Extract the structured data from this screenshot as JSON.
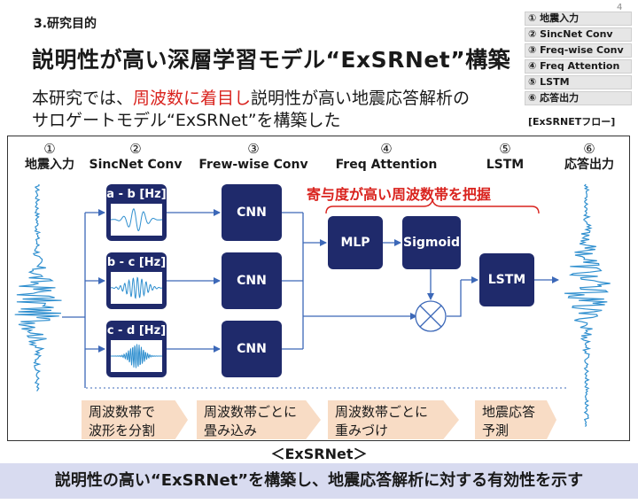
{
  "page_number": "4",
  "section": "3.研究目的",
  "title": "説明性が高い深層学習モデル“ExSRNet”構築",
  "lead": {
    "line1_pre": "本研究では、",
    "line1_highlight": "周波数に着目し",
    "line1_post": "説明性が高い地震応答解析の",
    "line2": "サロゲートモデル“ExSRNet”を構築した"
  },
  "flow_list": {
    "items": [
      "① 地震入力",
      "② SincNet Conv",
      "③ Freq-wise Conv",
      "④ Freq Attention",
      "⑤ LSTM",
      "⑥ 応答出力"
    ],
    "caption": "[ExSRNETフロー]"
  },
  "diagram": {
    "columns": [
      {
        "num": "①",
        "label": "地震入力"
      },
      {
        "num": "②",
        "label": "SincNet Conv"
      },
      {
        "num": "③",
        "label": "Frew-wise Conv"
      },
      {
        "num": "④",
        "label": "Freq Attention"
      },
      {
        "num": "⑤",
        "label": "LSTM"
      },
      {
        "num": "⑥",
        "label": "応答出力"
      }
    ],
    "filters": [
      "a - b [Hz]",
      "b - c [Hz]",
      "c - d [Hz]"
    ],
    "cnn": [
      "CNN",
      "CNN",
      "CNN"
    ],
    "mlp": "MLP",
    "sigmoid": "Sigmoid",
    "lstm": "LSTM",
    "contribution_note": "寄与度が高い周波数帯を把握",
    "captions": [
      {
        "line1": "周波数帯で",
        "line2": "波形を分割"
      },
      {
        "line1": "周波数帯ごとに",
        "line2": "畳み込み"
      },
      {
        "line1": "周波数帯ごとに",
        "line2": "重みづけ"
      },
      {
        "line1": "地震応答",
        "line2": "予測"
      }
    ],
    "model_name": "＜ExSRNet＞",
    "node_color": "#1f2a6b",
    "line_color": "#3c68b8",
    "accent_color": "#d9231e"
  },
  "conclusion": "説明性の高い“ExSRNet”を構築し、地震応答解析に対する有効性を示す"
}
